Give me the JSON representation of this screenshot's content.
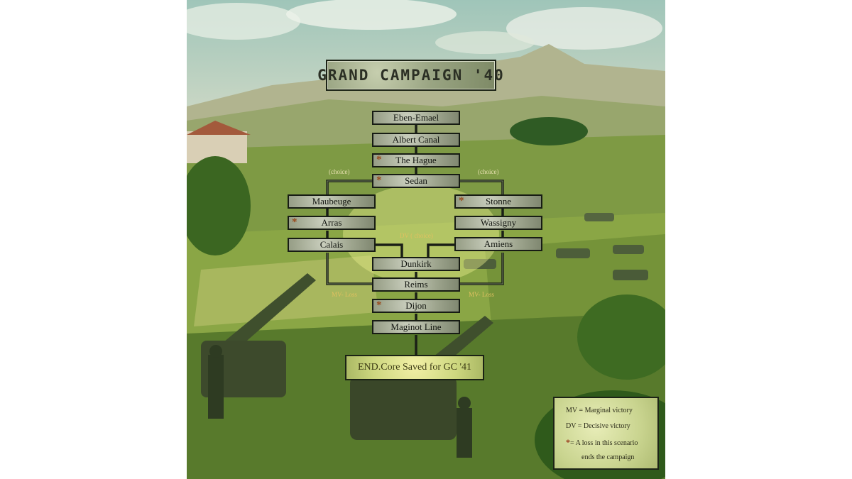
{
  "title": "GRAND CAMPAIGN '40",
  "nodes": [
    {
      "label": "Eben-Emael",
      "loss_ends": false
    },
    {
      "label": "Albert Canal",
      "loss_ends": false
    },
    {
      "label": "The Hague",
      "loss_ends": true
    },
    {
      "label": "Sedan",
      "loss_ends": true
    },
    {
      "label": "Maubeuge",
      "loss_ends": false
    },
    {
      "label": "Arras",
      "loss_ends": true
    },
    {
      "label": "Calais",
      "loss_ends": false
    },
    {
      "label": "Stonne",
      "loss_ends": true
    },
    {
      "label": "Wassigny",
      "loss_ends": false
    },
    {
      "label": "Amiens",
      "loss_ends": false
    },
    {
      "label": "Dunkirk",
      "loss_ends": false
    },
    {
      "label": "Reims",
      "loss_ends": false
    },
    {
      "label": "Dijon",
      "loss_ends": true
    },
    {
      "label": "Maginot Line",
      "loss_ends": false
    }
  ],
  "annotations": {
    "choice_left": "(choice)",
    "choice_right": "(choice)",
    "dv_choice": "DV ( choice)",
    "mv_loss_left": "MV- Loss",
    "mv_loss_right": "MV- Loss"
  },
  "end_label": "END.Core Saved for GC '41",
  "legend": {
    "mv": "MV =  Marginal victory",
    "dv": "DV =  Decisive victory",
    "star_symbol": "*",
    "star_text": "=  A loss in this scenario",
    "star_text2": "ends the campaign"
  },
  "colors": {
    "loss_star": "#9a4a1c",
    "line": "#1a1f16",
    "end_fill": "#e9ec9c"
  }
}
